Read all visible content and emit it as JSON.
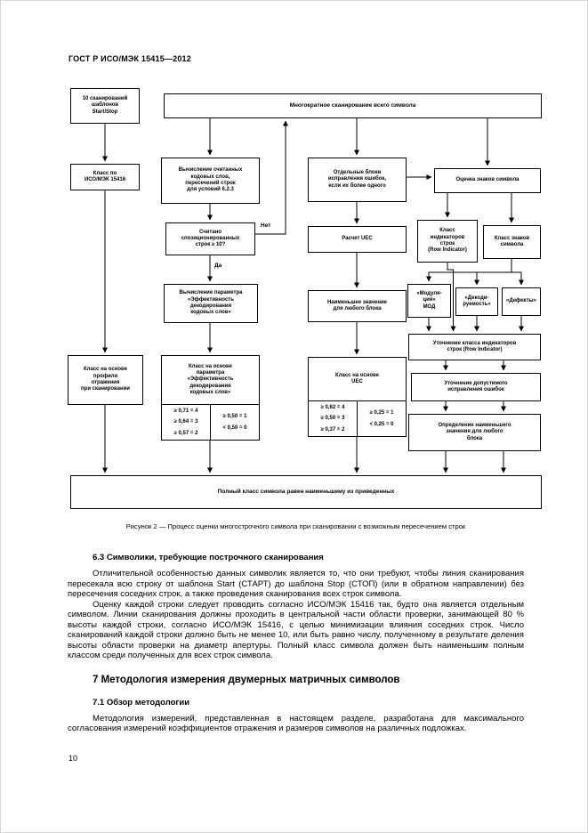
{
  "document": {
    "header": "ГОСТ Р ИСО/МЭК 15415—2012",
    "page_number": "10",
    "figure_caption": "Рисунок 2 — Процесс оценки многострочного символа при сканировании с возможным пересечением строк",
    "section_6_3": {
      "heading": "6.3 Символики, требующие построчного сканирования",
      "para_1": "Отличительной особенностью данных символик является то, что они требуют, чтобы линия сканирования пересекала всю строку от шаблона Start (СТАРТ) до шаблона Stop (СТОП) (или в обратном направлении) без пересечения соседних строк, а также проведения сканирования всех строк символа.",
      "para_2": "Оценку каждой строки следует проводить согласно ИСО/МЭК 15416 так, будто она является отдельным символом. Линии сканирования должны проходить в центральной части области проверки, занимающей 80 % высоты каждой строки, согласно ИСО/МЭК 15416, с целью минимизации влияния соседних строк. Число сканирований каждой строки должно быть не менее 10, или быть равно числу, полученному в результате деления высоты области проверки на диаметр апертуры. Полный класс символа должен быть наименьшим полным классом среди полученных для всех строк символа."
    },
    "section_7": {
      "heading": "7 Методология измерения двумерных матричных символов",
      "sub_heading": "7.1 Обзор методологии",
      "para_1": "Методология измерений, представленная в настоящем разделе, разработана для максимального согласования измерений коэффициентов отражения и размеров символов на различных подложках."
    }
  },
  "flowchart": {
    "nodes": {
      "start_stop": "10 сканирований\nшаблонов\nStart/Stop",
      "multi_scan": "Многократное сканирование всего символа",
      "grade_15416": "Класс по\nИСО/МЭК 15416",
      "compute_codewords": "Вычисление считанных\nкодовых слов,\nпересечений строк\nдля условий 6.2.3",
      "rows_check": "Считано\nспозиционированных\nстрок ≥ 10?",
      "compute_param": "Вычисление параметра\n«Эффективность\nдекодирования\nкодовых слов»",
      "grade_profile": "Класс на основе\nпрофиля\nотражения\nпри сканировании",
      "grade_param_title": "Класс на основе\nпараметра\n«Эффективность\nдекодирования\nкодовых слов»",
      "separate_blocks": "Отдельные блоки\nисправления ошибок,\nесли их более одного",
      "uec_calc": "Расчет UEC",
      "lowest_value": "Наименьшее значение\nдля любого блока",
      "grade_uec_title": "Класс на основе\nUEC",
      "symbol_chars": "Оценка знаков символа",
      "row_indicator_grade": "Класс\nиндикаторов\nстрок\n(Row Indicator)",
      "char_grade": "Класс знаков\nсимвола",
      "modulation": "«Модуля-\nция»\nМОД",
      "decodability": "«Декоди-\nруемость»",
      "defects": "«Дефекты»",
      "refine_row_indicator": "Уточнение класса индикаторов\nстрок (Row Indicator)",
      "refine_error_correction": "Уточнение допустимого\nисправления ошибок",
      "determine_lowest": "Определение наименьшего\nзначения для любого\nблока",
      "final_grade": "Полный класс символа равен наименьшему из приведенных"
    },
    "labels": {
      "no": "Нет",
      "yes": "Да"
    },
    "grade_param_table": [
      [
        "≥ 0,71 = 4",
        "≥ 0,50 = 1"
      ],
      [
        "≥ 0,64 = 3",
        "< 0,50 = 0"
      ],
      [
        "≥ 0,57 = 2",
        ""
      ]
    ],
    "grade_uec_table": [
      [
        "≥ 0,62 = 4",
        "≥ 0,25 = 1"
      ],
      [
        "≥ 0,50 = 3",
        "< 0,25 = 0"
      ],
      [
        "≥ 0,37 = 2",
        ""
      ]
    ]
  }
}
